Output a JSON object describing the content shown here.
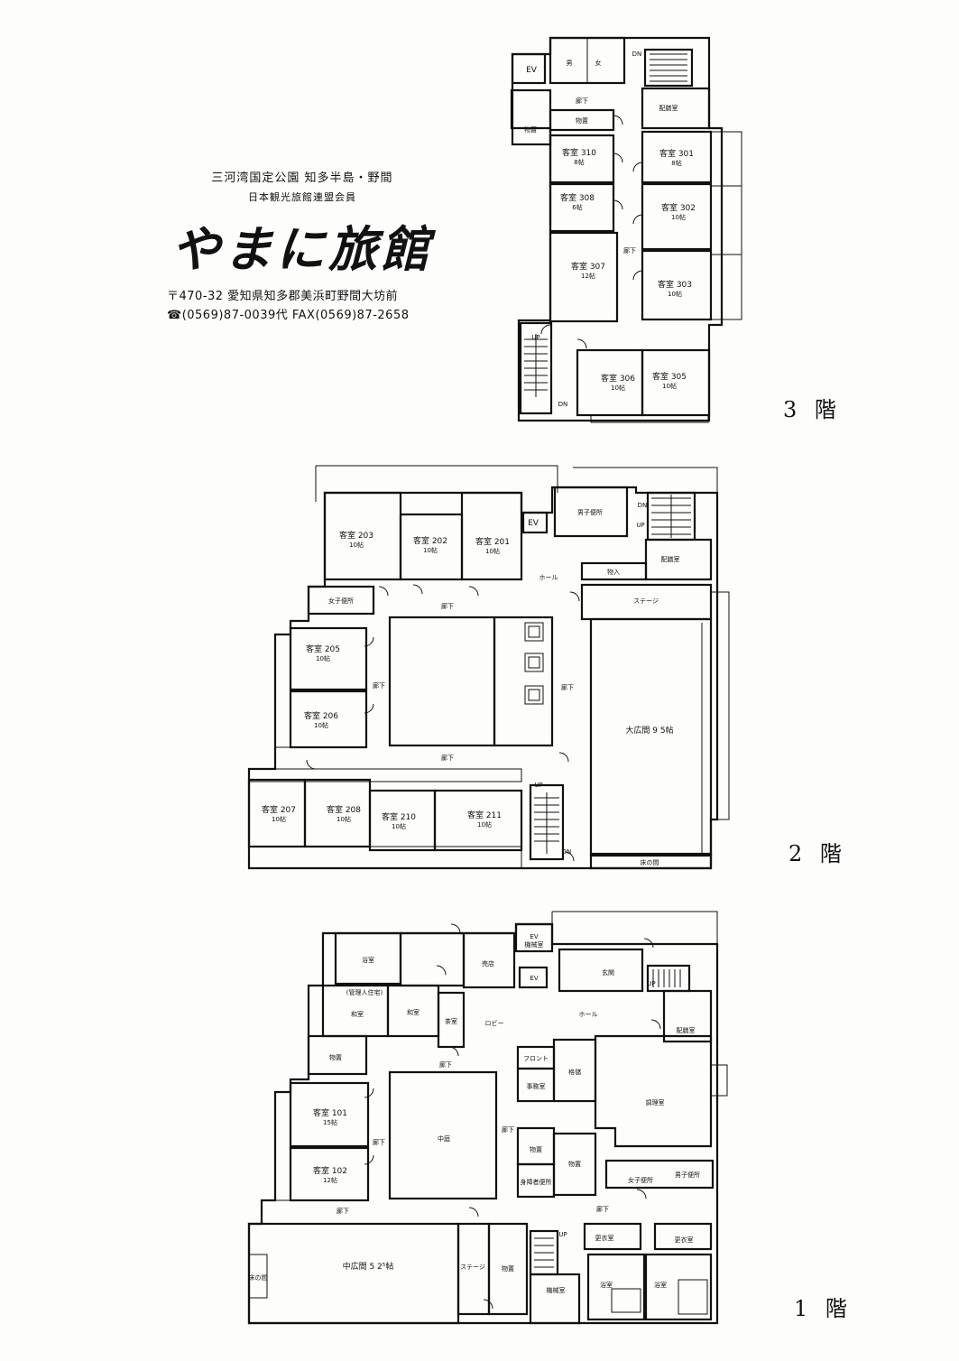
{
  "header": {
    "line1": "三河湾国定公園 知多半島・野間",
    "line2": "日本観光旅館連盟会員",
    "logo": "やまに旅館",
    "address": "〒470-32 愛知県知多郡美浜町野間大坊前",
    "tel": "☎(0569)87-0039代 FAX(0569)87-2658"
  },
  "floors": {
    "f3": {
      "label": "3 階",
      "rooms": {
        "r310": "客室 310",
        "r310s": "8帖",
        "r308": "客室 308",
        "r308s": "6帖",
        "r307": "客室 307",
        "r307s": "12帖",
        "r301": "客室 301",
        "r301s": "8帖",
        "r302": "客室 302",
        "r302s": "10帖",
        "r303": "客室 303",
        "r303s": "10帖",
        "r306": "客室 306",
        "r306s": "10帖",
        "r305": "客室 305",
        "r305s": "10帖"
      },
      "misc": {
        "ev": "EV",
        "male": "男",
        "female": "女",
        "dn": "DN",
        "dn2": "DN",
        "up": "UP",
        "hall1": "廊下",
        "hall2": "廊下",
        "storage1": "物置",
        "storage2": "物置",
        "pantry": "配膳室"
      }
    },
    "f2": {
      "label": "2 階",
      "rooms": {
        "r203": "客室 203",
        "r203s": "10帖",
        "r202": "客室 202",
        "r202s": "10帖",
        "r201": "客室 201",
        "r201s": "10帖",
        "r205": "客室 205",
        "r205s": "10帖",
        "r206": "客室 206",
        "r206s": "10帖",
        "r207": "客室 207",
        "r207s": "10帖",
        "r208": "客室 208",
        "r208s": "10帖",
        "r210": "客室 210",
        "r210s": "10帖",
        "r211": "客室 211",
        "r211s": "10帖",
        "hall_big": "大広間 9 5帖"
      },
      "misc": {
        "ev": "EV",
        "mens": "男子便所",
        "womens": "女子便所",
        "dn": "DN",
        "up": "UP",
        "up2": "UP",
        "dn2": "DN",
        "pantry": "配膳室",
        "storage": "物入",
        "hallroom": "ホール",
        "stage": "ステージ",
        "hall1": "廊下",
        "hall2": "廊下",
        "hall3": "廊下",
        "hall4": "廊下",
        "alcove": "床の間"
      }
    },
    "f1": {
      "label": "1 階",
      "rooms": {
        "r101": "客室 101",
        "r101s": "15帖",
        "r102": "客室 102",
        "r102s": "12帖",
        "mid_hall": "中広間 5 2⁵帖"
      },
      "misc": {
        "bath_room": "浴室",
        "ev": "EV",
        "ev2": "EV",
        "machine": "機械室",
        "shop": "売店",
        "entrance": "玄関",
        "up": "UP",
        "up2": "UP",
        "manager": "(管理人住宅)",
        "washitsu1": "和室",
        "washitsu2": "和室",
        "tearoom": "茶室",
        "lobby": "ロビー",
        "hallroom": "ホール",
        "pantry": "配膳室",
        "storage1": "物置",
        "storage2": "物置",
        "storage3": "物置",
        "storage4": "物置",
        "front": "フロント",
        "office": "事務室",
        "stock": "格儲",
        "kitchen": "調理室",
        "courtyard": "中庭",
        "hall1": "廊下",
        "hall2": "廊下",
        "hall3": "廊下",
        "hall4": "廊下",
        "hall5": "廊下",
        "accessible_wc": "身障者便所",
        "womens": "女子便所",
        "mens": "男子便所",
        "dressing1": "更衣室",
        "dressing2": "更衣室",
        "machine2": "機械室",
        "bath1": "浴室",
        "bath2": "浴室",
        "stage": "ステージ",
        "alcove": "床の間"
      }
    }
  }
}
